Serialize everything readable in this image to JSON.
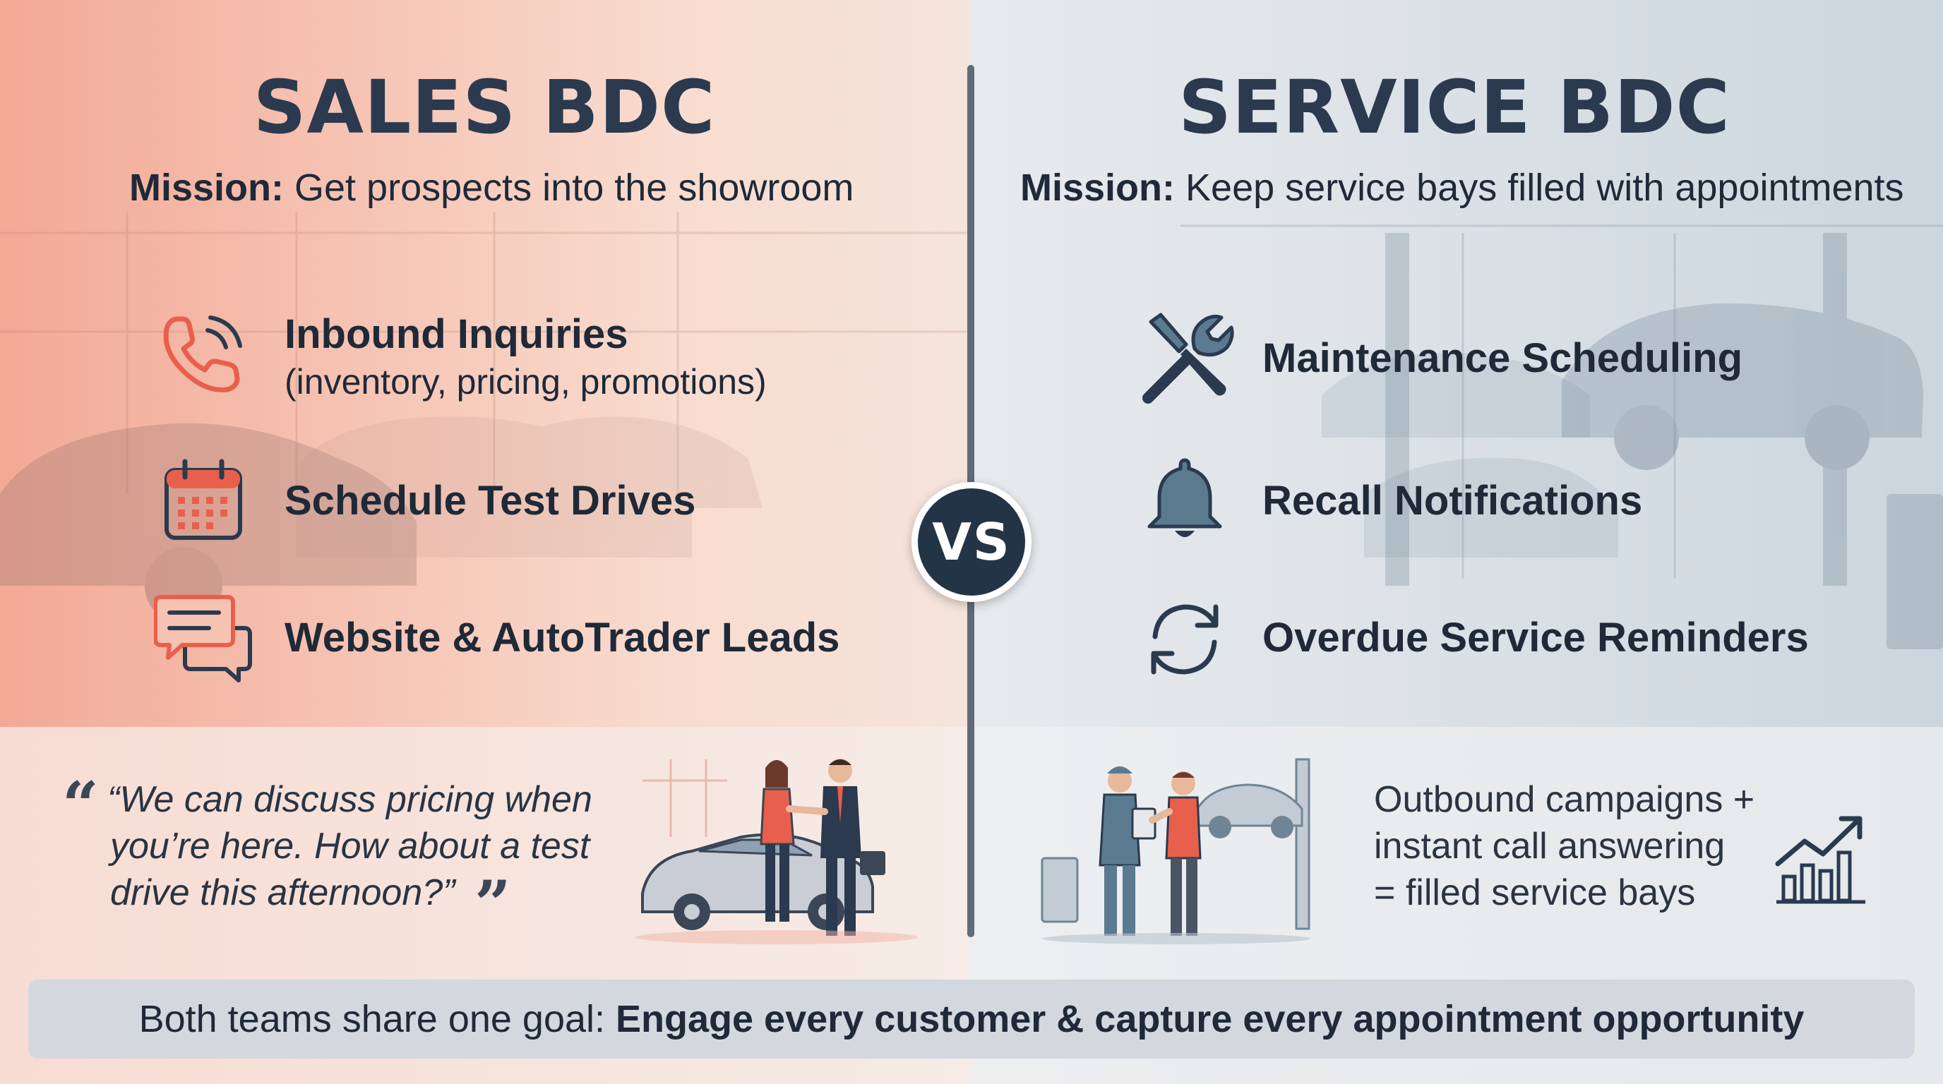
{
  "sales": {
    "title": "SALES BDC",
    "mission_label": "Mission:",
    "mission_text": " Get prospects into the showroom",
    "items": [
      {
        "icon": "phone-icon",
        "label": "Inbound Inquiries",
        "sublabel": "(inventory, pricing, promotions)"
      },
      {
        "icon": "calendar-icon",
        "label": "Schedule Test Drives"
      },
      {
        "icon": "chat-bubbles-icon",
        "label": "Website & AutoTrader Leads"
      }
    ],
    "quote_line1": "“We can discuss pricing when",
    "quote_line2": "you’re here. How about a test",
    "quote_line3": "drive this afternoon?”",
    "accent_color": "#e8604c"
  },
  "service": {
    "title": "SERVICE BDC",
    "mission_label": "Mission:",
    "mission_text": " Keep service bays filled with appointments",
    "items": [
      {
        "icon": "wrench-screwdriver-icon",
        "label": "Maintenance Scheduling"
      },
      {
        "icon": "bell-icon",
        "label": "Recall Notifications"
      },
      {
        "icon": "refresh-icon",
        "label": "Overdue Service Reminders"
      }
    ],
    "outbound_line1": "Outbound campaigns +",
    "outbound_line2": "instant call answering",
    "outbound_line3": "= filled service bays",
    "accent_color": "#5a7a90"
  },
  "vs_label": "VS",
  "footer": {
    "prefix": "Both teams share one goal: ",
    "emphasis": "Engage every customer & capture every appointment opportunity"
  }
}
